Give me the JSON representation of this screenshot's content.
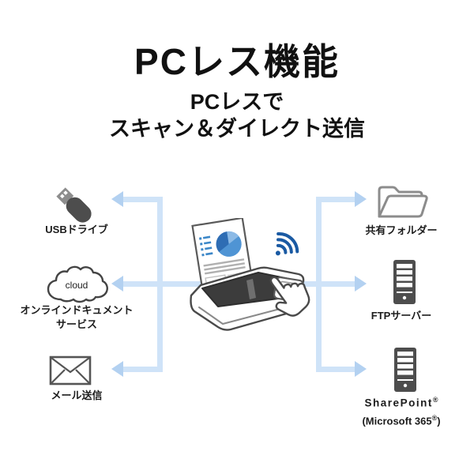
{
  "title": "PCレス機能",
  "subtitle": {
    "line1": "PCレスで",
    "line2": "スキャン＆ダイレクト送信"
  },
  "nodes": {
    "usb": {
      "icon": "usb-drive-icon",
      "label": "USBドライブ"
    },
    "cloud": {
      "icon": "cloud-icon",
      "icon_text": "cloud",
      "label_line1": "オンラインドキュメント",
      "label_line2": "サービス"
    },
    "mail": {
      "icon": "envelope-icon",
      "label": "メール送信"
    },
    "folder": {
      "icon": "open-folder-icon",
      "label": "共有フォルダー"
    },
    "ftp": {
      "icon": "server-icon",
      "label": "FTPサーバー"
    },
    "sharepoint": {
      "icon": "server-icon",
      "name": "SharePoint",
      "reg1": "®",
      "sub_pre": "(Microsoft 365",
      "reg2": "®",
      "sub_post": ")"
    }
  },
  "center": {
    "device": "scanner-with-document-and-touch-hand",
    "wifi": "wifi-icon"
  },
  "colors": {
    "line": "#cfe3f8",
    "arrowhead": "#b3d1f1",
    "wifi_blue": "#1a5aa3",
    "pie_blue_mid": "#4f94d4",
    "pie_blue_dark": "#2e6db4",
    "pie_blue_light": "#8cbae6",
    "icon_dark_gray": "#4d4d4d",
    "outline_gray": "#555555",
    "text_black": "#111111"
  }
}
